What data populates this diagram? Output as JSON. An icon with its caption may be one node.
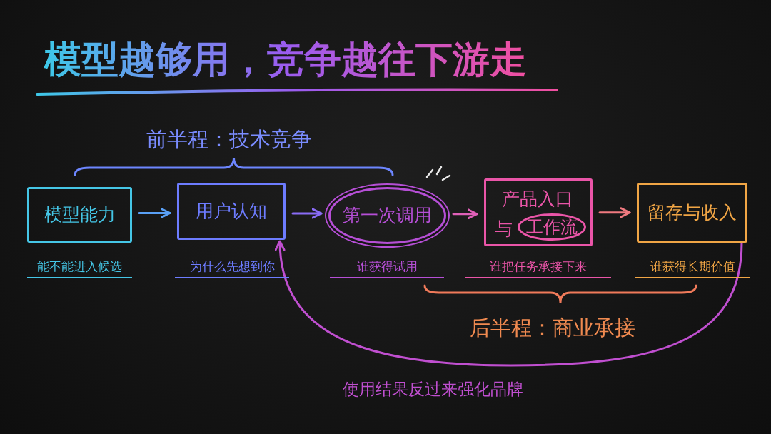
{
  "diagram": {
    "title": "模型越够用，竞争越往下游走",
    "nodes": [
      {
        "text": [
          "模型能力"
        ],
        "beside": [
          "能不能进入候选"
        ]
      },
      {
        "text": [
          "用户认知"
        ],
        "beside": [
          "为什么先想到你"
        ]
      },
      {
        "text": [
          "第一次调用"
        ],
        "beside": [
          "谁获得试用"
        ]
      },
      {
        "text": [
          "产品入口",
          "与"
        ],
        "beside": [
          "谁把任务承接下来"
        ]
      },
      {
        "text": [
          "工作流"
        ],
        "in": 3
      },
      {
        "text": [
          "留存与收入"
        ],
        "beside": [
          "谁获得长期价值"
        ]
      }
    ],
    "edges": [
      {
        "from": 0,
        "to": 1,
        "arrow": "to",
        "color": "#5aa0f5"
      },
      {
        "from": 1,
        "to": 2,
        "arrow": "to",
        "color": "#8a6cf5"
      },
      {
        "from": 2,
        "to": 3,
        "arrow": "to",
        "color": "#e060b8"
      },
      {
        "from": 3,
        "to": 5,
        "arrow": "to",
        "color": "#f07a80"
      },
      {
        "from": 5,
        "to": 1,
        "arrow": "to",
        "label": "使用结果反过来强化品牌",
        "color": "#c04fd0"
      }
    ],
    "labels": [
      "前半程：技术竞争",
      "后半程：商业承接"
    ]
  }
}
